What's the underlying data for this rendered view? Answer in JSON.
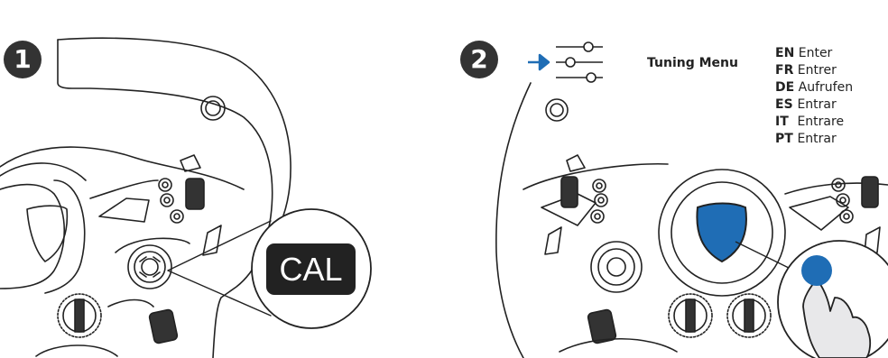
{
  "steps": [
    "1",
    "2"
  ],
  "cal_label": "CAL",
  "tuning_menu_label": "Tuning Menu",
  "languages": [
    {
      "code": "EN",
      "text": "Enter"
    },
    {
      "code": "FR",
      "text": "Entrer"
    },
    {
      "code": "DE",
      "text": "Aufrufen"
    },
    {
      "code": "ES",
      "text": "Entrar"
    },
    {
      "code": "IT",
      "text": "Entrare"
    },
    {
      "code": "PT",
      "text": "Entrar"
    }
  ],
  "colors": {
    "accent_blue": "#1f6db5",
    "ink": "#222222",
    "hand_fill": "#e8e8ea"
  },
  "icons": [
    "arrow-right-icon",
    "tuning-menu-sliders-icon",
    "shield-button-icon",
    "finger-press-icon"
  ]
}
